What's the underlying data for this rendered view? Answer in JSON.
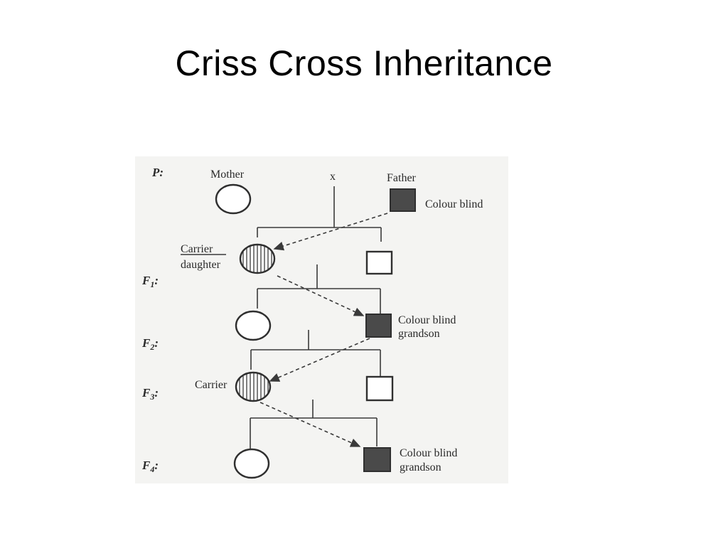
{
  "slide": {
    "title": "Criss Cross Inheritance"
  },
  "figure": {
    "generations": {
      "p": "P:",
      "f1": "F1:",
      "f2": "F2:",
      "f3": "F3:",
      "f4": "F4:"
    },
    "labels": {
      "mother": "Mother",
      "cross": "x",
      "father": "Father",
      "colour_blind": "Colour blind",
      "carrier": "Carrier",
      "daughter": "daughter",
      "colour_blind_grandson_1_line1": "Colour blind",
      "colour_blind_grandson_1_line2": "grandson",
      "carrier_f3": "Carrier",
      "colour_blind_grandson_2_line1": "Colour blind",
      "colour_blind_grandson_2_line2": "grandson"
    },
    "colors": {
      "affected_fill": "#4a4a4a",
      "background": "#f4f4f2"
    }
  }
}
